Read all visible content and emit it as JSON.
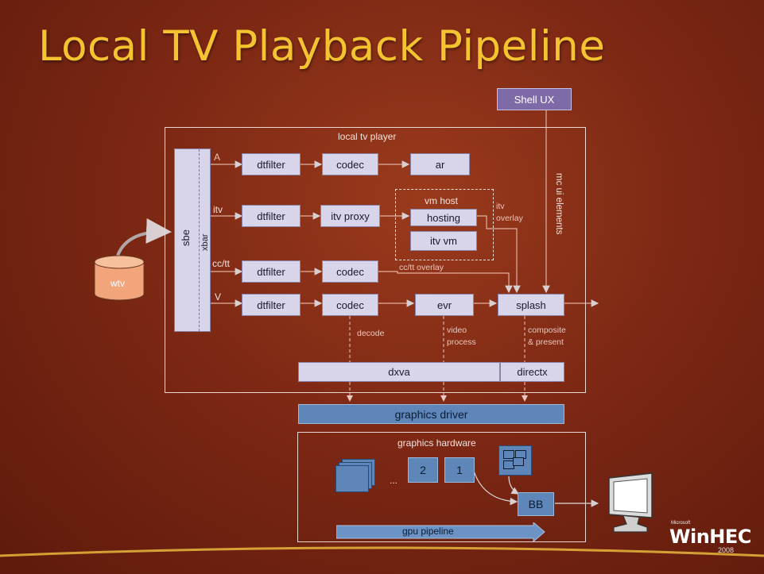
{
  "slide": {
    "title": "Local TV Playback Pipeline",
    "shell_ux": "Shell UX",
    "mc_ui_elements": "mc ui elements",
    "wtv": "wtv",
    "player": {
      "label": "local tv player",
      "sbe": "sbe",
      "xbar": "xbar",
      "streams": {
        "a": "A",
        "itv": "itv",
        "cctt": "cc/tt",
        "v": "V"
      },
      "dtfilter": "dtfilter",
      "codec": "codec",
      "ar": "ar",
      "itv_proxy": "itv proxy",
      "vm_host": {
        "label": "vm host",
        "hosting": "hosting",
        "itv_vm": "itv vm"
      },
      "itv_overlay": "itv\noverlay",
      "cctt_overlay": "cc/tt overlay",
      "evr": "evr",
      "splash": "splash",
      "decode": "decode",
      "video_process": "video\nprocess",
      "composite_present": "composite\n& present",
      "dxva": "dxva",
      "directx": "directx"
    },
    "graphics_driver": "graphics driver",
    "hardware": {
      "label": "graphics hardware",
      "buf2": "2",
      "buf1": "1",
      "ellipsis": "...",
      "bb": "BB",
      "gpu_pipeline": "gpu pipeline"
    },
    "logo": {
      "microsoft": "Microsoft",
      "name": "WinHEC",
      "year": "2008"
    }
  }
}
